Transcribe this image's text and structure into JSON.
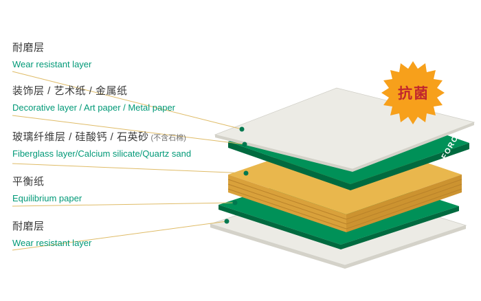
{
  "badge": {
    "label": "抗菌"
  },
  "brand": {
    "label": "FORCA"
  },
  "labels": [
    {
      "zh": "耐磨层",
      "en": "Wear resistant layer"
    },
    {
      "zh": "装饰层 / 艺术纸 / 金属纸",
      "en": "Decorative layer / Art paper / Metal paper"
    },
    {
      "zh": "玻璃纤维层 / 硅酸钙 / 石英砂",
      "note": "(不含石棉)",
      "en": "Fiberglass layer/Calcium silicate/Quartz sand"
    },
    {
      "zh": "平衡纸",
      "en": "Equilibrium paper"
    },
    {
      "zh": "耐磨层",
      "en": "Wear resistant layer"
    }
  ],
  "colors": {
    "sheet_top": "#ecebe5",
    "sheet_side": "#d4d2c9",
    "green_top": "#009158",
    "green_side": "#006a3f",
    "core_top": "#e9b74d",
    "core_side_left": "#d9a13b",
    "core_side_right": "#cc9330",
    "core_stripe": "#b9822a",
    "leader_line": "#dfbb66",
    "dot": "#00784f",
    "badge": "#f7a01b",
    "badge_text": "#c1272d",
    "brand_text": "#ffffff",
    "label_zh": "#3a3a3a",
    "label_en": "#009977",
    "note": "#6f6f6f"
  }
}
